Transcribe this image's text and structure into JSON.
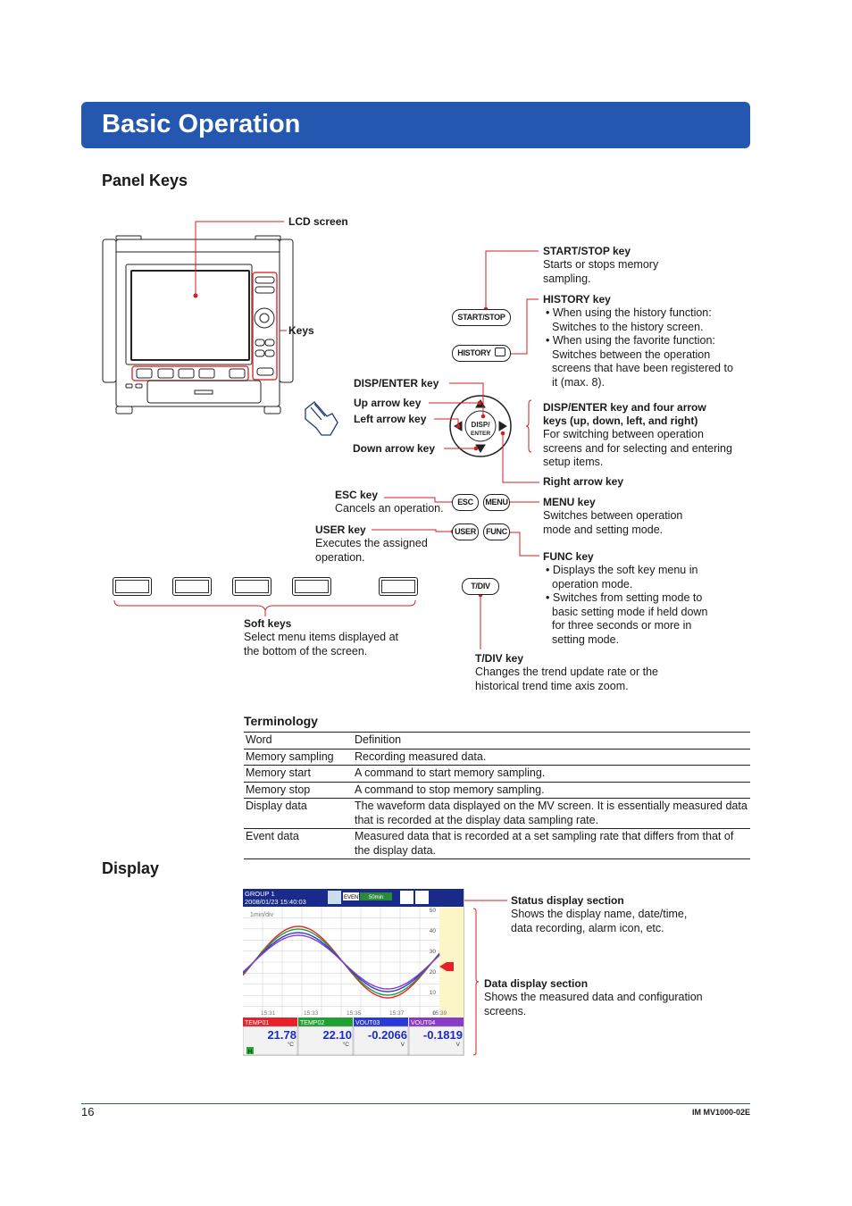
{
  "header": {
    "title": "Basic Operation"
  },
  "panel_keys": {
    "heading": "Panel Keys",
    "lcd_screen": "LCD screen",
    "keys": "Keys",
    "start_stop": {
      "title": "START/STOP key",
      "desc": "Starts or stops memory sampling.",
      "button": "START/STOP"
    },
    "history": {
      "title": "HISTORY key",
      "bullets": [
        "When using the history function: Switches to the history screen.",
        "When using the favorite function: Switches between the operation screens that have been registered to it (max. 8)."
      ],
      "button": "HISTORY"
    },
    "disp_enter": "DISP/ENTER key",
    "up_arrow": "Up arrow key",
    "left_arrow": "Left arrow key",
    "down_arrow": "Down arrow key",
    "right_arrow": "Right arrow key",
    "arrow_group": {
      "title": "DISP/ENTER key and four arrow keys (up, down, left, and right)",
      "desc": "For switching between operation screens and for selecting and entering setup items."
    },
    "dial_label_top": "DISP/",
    "dial_label_bottom": "ENTER",
    "esc": {
      "title": "ESC key",
      "desc": "Cancels an operation.",
      "button": "ESC"
    },
    "menu": {
      "title": "MENU key",
      "desc": "Switches between operation mode and setting mode.",
      "button": "MENU"
    },
    "user": {
      "title": "USER key",
      "desc": "Executes the assigned operation.",
      "button": "USER"
    },
    "func": {
      "title": "FUNC key",
      "bullets": [
        "Displays the soft key menu in operation mode.",
        "Switches from setting mode to basic setting mode if held down for three seconds or more in setting mode."
      ],
      "button": "FUNC"
    },
    "soft_keys": {
      "title": "Soft keys",
      "desc": "Select menu items displayed at the bottom of the screen."
    },
    "tdiv": {
      "title": "T/DIV key",
      "desc": "Changes the trend update rate or the historical trend time axis zoom.",
      "button": "T/DIV"
    }
  },
  "terminology": {
    "heading": "Terminology",
    "columns": [
      "Word",
      "Definition"
    ],
    "rows": [
      [
        "Memory sampling",
        "Recording measured data."
      ],
      [
        "Memory start",
        "A command to start memory sampling."
      ],
      [
        "Memory stop",
        "A command to stop memory sampling."
      ],
      [
        "Display data",
        "The waveform data displayed on the MV screen. It is essentially measured data that is recorded at the display data sampling rate."
      ],
      [
        "Event data",
        "Measured data that is recorded at a set sampling rate that differs from that of the display data."
      ]
    ]
  },
  "display": {
    "heading": "Display",
    "screen": {
      "group": "GROUP 1",
      "datetime": "2008/01/23 15:40:03",
      "event": "EVENT",
      "rate": "50min",
      "time_div": "1min/div",
      "times": [
        "15:31",
        "15:33",
        "15:35",
        "15:37",
        "15:39"
      ],
      "scale": [
        "50",
        "40",
        "30",
        "20",
        "10",
        "0"
      ],
      "channels": [
        {
          "name": "TEMP01",
          "value": "21.78",
          "unit": "°C",
          "color": "#e8202a"
        },
        {
          "name": "TEMP02",
          "value": "22.10",
          "unit": "°C",
          "color": "#20a030"
        },
        {
          "name": "VOUT03",
          "value": "-0.2066",
          "unit": "V",
          "color": "#2a3ad8"
        },
        {
          "name": "VOUT04",
          "value": "-0.1819",
          "unit": "V",
          "color": "#8a3ac8"
        }
      ],
      "alarm_badge": "H"
    },
    "status_section": {
      "title": "Status display section",
      "desc": "Shows the display name, date/time, data recording, alarm icon, etc."
    },
    "data_section": {
      "title": "Data display section",
      "desc": "Shows the measured data and configuration screens."
    }
  },
  "footer": {
    "page": "16",
    "doc_id": "IM MV1000-02E"
  }
}
